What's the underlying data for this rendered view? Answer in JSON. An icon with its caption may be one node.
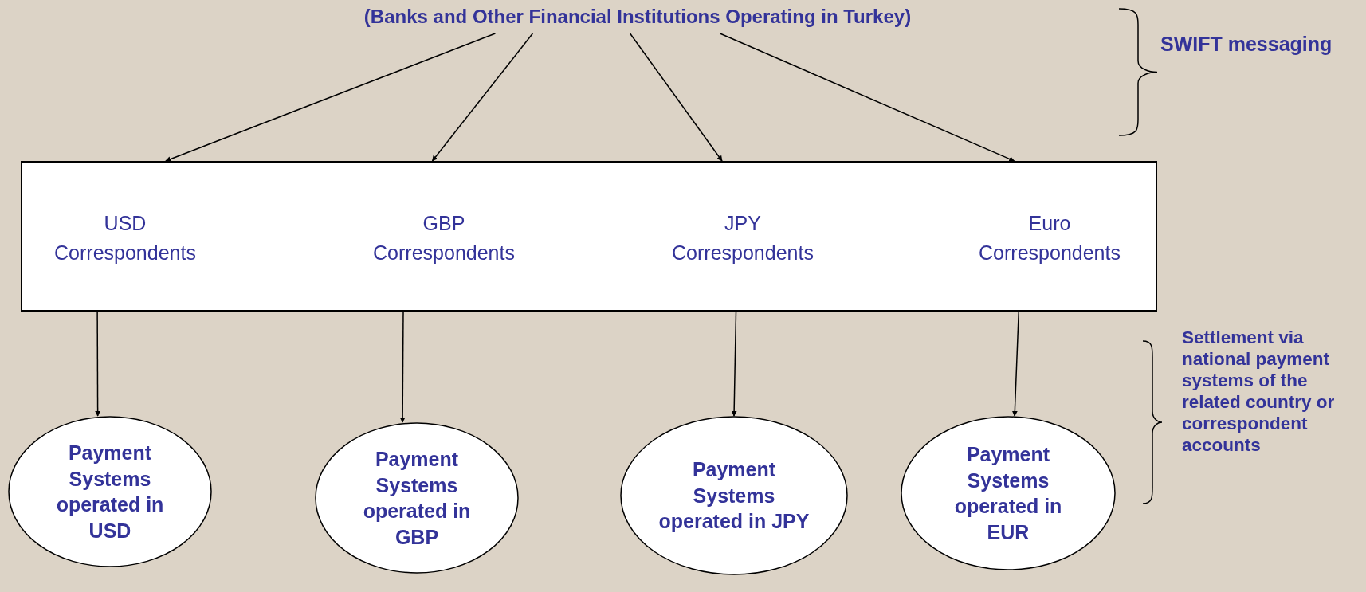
{
  "diagram": {
    "nodes": [
      {
        "text": [
          "(Banks and Other Financial Institutions Operating in Turkey)"
        ]
      },
      {
        "text": [],
        "shape": "box"
      },
      {
        "text": [
          "USD Correspondents"
        ],
        "in": 1
      },
      {
        "text": [
          "GBP Correspondents"
        ],
        "in": 1
      },
      {
        "text": [
          "JPY Correspondents"
        ],
        "in": 1
      },
      {
        "text": [
          "Euro Correspondents"
        ],
        "in": 1
      },
      {
        "text": [
          "Payment Systems operated in USD"
        ]
      },
      {
        "text": [
          "Payment Systems operated in GBP"
        ]
      },
      {
        "text": [
          "Payment Systems operated in JPY"
        ]
      },
      {
        "text": [
          "Payment Systems operated in EUR"
        ]
      }
    ],
    "edges": [
      {
        "from": 0,
        "to": 2,
        "arrow": "to"
      },
      {
        "from": 0,
        "to": 3,
        "arrow": "to"
      },
      {
        "from": 0,
        "to": 4,
        "arrow": "to"
      },
      {
        "from": 0,
        "to": 5,
        "arrow": "to"
      },
      {
        "from": 2,
        "to": 6,
        "arrow": "to"
      },
      {
        "from": 3,
        "to": 7,
        "arrow": "to"
      },
      {
        "from": 4,
        "to": 8,
        "arrow": "to"
      },
      {
        "from": 5,
        "to": 9,
        "arrow": "to"
      }
    ],
    "labels": [
      "SWIFT messaging",
      "Settlement via national payment systems of the related country or correspondent accounts"
    ]
  }
}
